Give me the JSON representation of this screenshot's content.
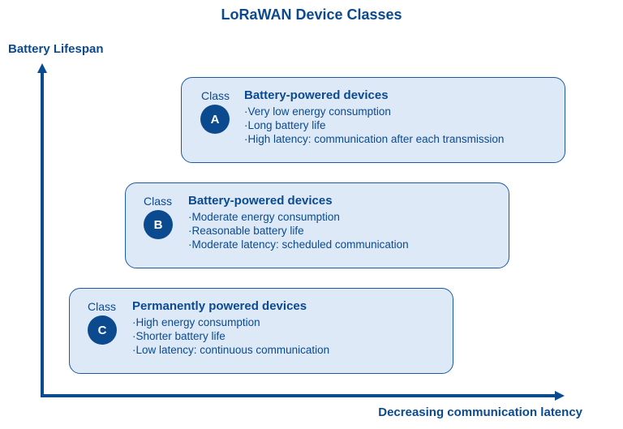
{
  "title": "LoRaWAN Device Classes",
  "y_axis_label": "Battery Lifespan",
  "x_axis_label": "Decreasing communication latency",
  "colors": {
    "primary": "#0b4a8f",
    "card_fill": "#dde9f7",
    "card_border": "#1e5aa3"
  },
  "classes": [
    {
      "class_word": "Class",
      "letter": "A",
      "heading": "Battery-powered devices",
      "points": [
        "Very low energy consumption",
        "Long battery life",
        "High latency: communication after each transmission"
      ]
    },
    {
      "class_word": "Class",
      "letter": "B",
      "heading": "Battery-powered devices",
      "points": [
        "Moderate energy consumption",
        "Reasonable battery life",
        "Moderate latency: scheduled communication"
      ]
    },
    {
      "class_word": "Class",
      "letter": "C",
      "heading": "Permanently powered devices",
      "points": [
        "High energy consumption",
        "Shorter battery life",
        "Low latency: continuous communication"
      ]
    }
  ]
}
